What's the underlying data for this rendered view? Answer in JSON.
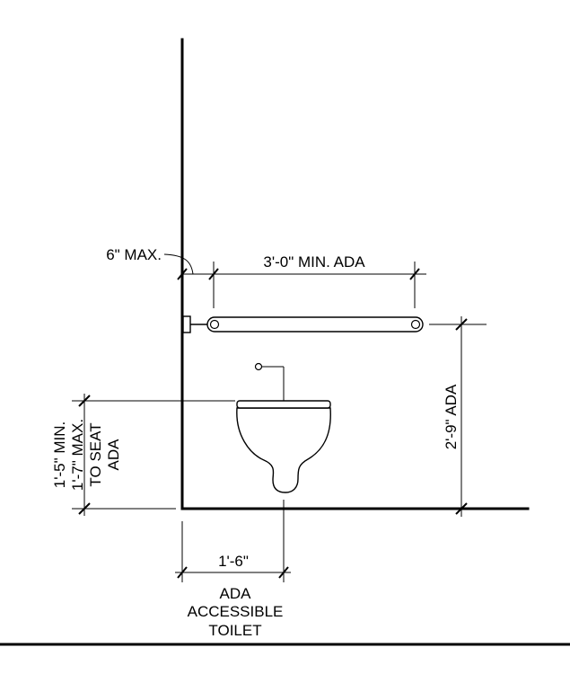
{
  "colors": {
    "line": "#000000",
    "background": "#ffffff"
  },
  "labels": {
    "wall_offset": "6\" MAX.",
    "grab_bar_length": "3'-0\" MIN. ADA",
    "grab_bar_height": "2'-9\" ADA",
    "seat_height_line1": "1'-5\" MIN.",
    "seat_height_line2": "1'-7\" MAX.",
    "seat_height_line3": "TO SEAT",
    "seat_height_line4": "ADA",
    "centerline_dim": "1'-6\"",
    "caption_line1": "ADA",
    "caption_line2": "ACCESSIBLE",
    "caption_line3": "TOILET"
  }
}
